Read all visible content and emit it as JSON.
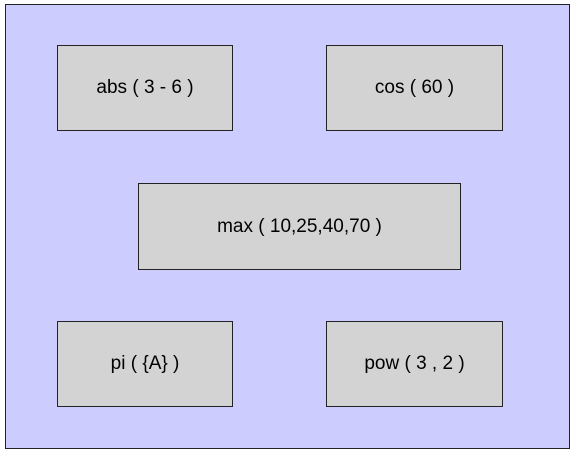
{
  "colors": {
    "panel_background": "#ccccff",
    "box_background": "#d3d3d3",
    "border": "#222222",
    "text": "#000000"
  },
  "boxes": {
    "abs": "abs ( 3 - 6 )",
    "cos": "cos ( 60 )",
    "max": "max ( 10,25,40,70 )",
    "pi": "pi ( {A} )",
    "pow": "pow ( 3 , 2 )"
  }
}
